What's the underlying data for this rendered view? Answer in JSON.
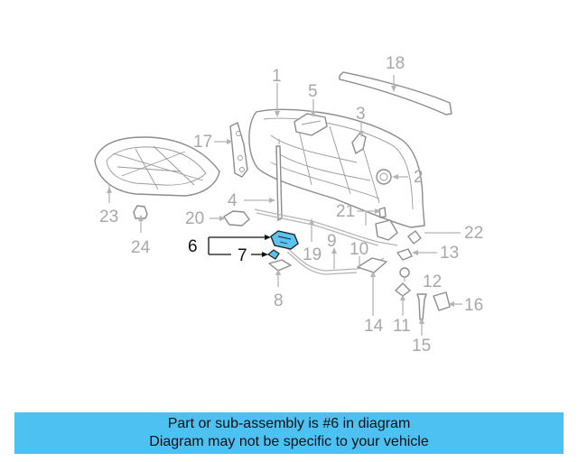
{
  "labels": [
    "1",
    "2",
    "3",
    "4",
    "5",
    "6",
    "7",
    "8",
    "9",
    "10",
    "11",
    "12",
    "13",
    "14",
    "15",
    "16",
    "17",
    "18",
    "19",
    "20",
    "21",
    "22",
    "23",
    "24"
  ],
  "highlight_color": "#5bc4ee",
  "caption_color": "#4ec1f3",
  "caption": {
    "line1": "Part or sub-assembly is #6 in diagram",
    "line2": "Diagram may not be specific to your vehicle"
  }
}
